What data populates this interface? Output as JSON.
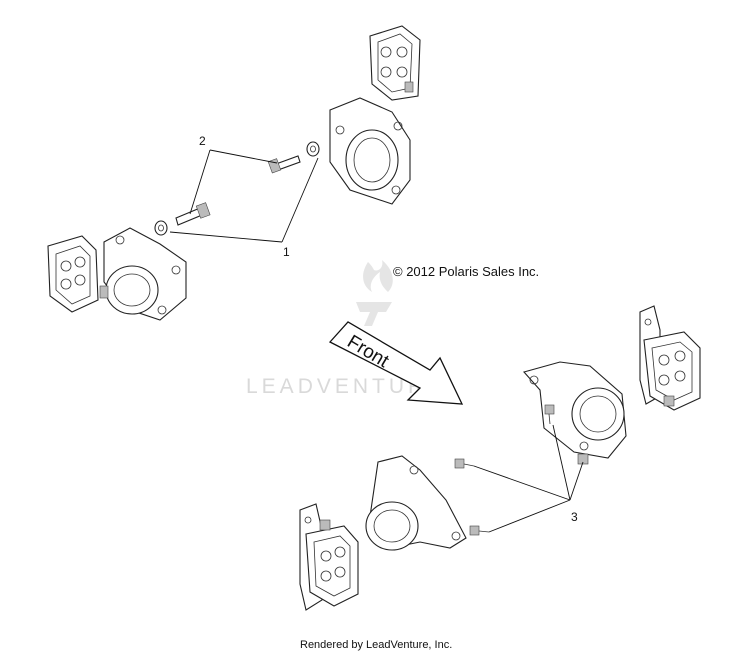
{
  "callouts": {
    "one": "1",
    "two": "2",
    "three": "3"
  },
  "copyright": "© 2012 Polaris Sales Inc.",
  "arrow_label": "Front",
  "watermark": "LEADVENTURE",
  "footer": "Rendered by LeadVenture, Inc.",
  "colors": {
    "line": "#111111",
    "watermark": "#d9d9d9",
    "background": "#ffffff"
  }
}
